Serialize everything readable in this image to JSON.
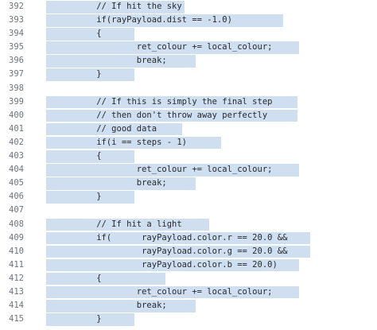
{
  "editor": {
    "lines": [
      {
        "number": "392",
        "code": "          // If hit the sky"
      },
      {
        "number": "393",
        "code": "          if(rayPayload.dist == -1.0)"
      },
      {
        "number": "394",
        "code": "          {"
      },
      {
        "number": "395",
        "code": "                  ret_colour += local_colour;"
      },
      {
        "number": "396",
        "code": "                  break;"
      },
      {
        "number": "397",
        "code": "          }"
      },
      {
        "number": "398",
        "code": ""
      },
      {
        "number": "399",
        "code": "          // If this is simply the final step"
      },
      {
        "number": "400",
        "code": "          // then don't throw away perfectly"
      },
      {
        "number": "401",
        "code": "          // good data"
      },
      {
        "number": "402",
        "code": "          if(i == steps - 1)"
      },
      {
        "number": "403",
        "code": "          {"
      },
      {
        "number": "404",
        "code": "                  ret_colour += local_colour;"
      },
      {
        "number": "405",
        "code": "                  break;"
      },
      {
        "number": "406",
        "code": "          }"
      },
      {
        "number": "407",
        "code": ""
      },
      {
        "number": "408",
        "code": "          // If hit a light"
      },
      {
        "number": "409",
        "code": "          if(      rayPayload.color.r == 20.0 &&"
      },
      {
        "number": "410",
        "code": "                   rayPayload.color.g == 20.0 &&"
      },
      {
        "number": "411",
        "code": "                   rayPayload.color.b == 20.0)"
      },
      {
        "number": "412",
        "code": "          {"
      },
      {
        "number": "413",
        "code": "                  ret_colour += local_colour;"
      },
      {
        "number": "414",
        "code": "                  break;"
      },
      {
        "number": "415",
        "code": "          }"
      }
    ]
  }
}
